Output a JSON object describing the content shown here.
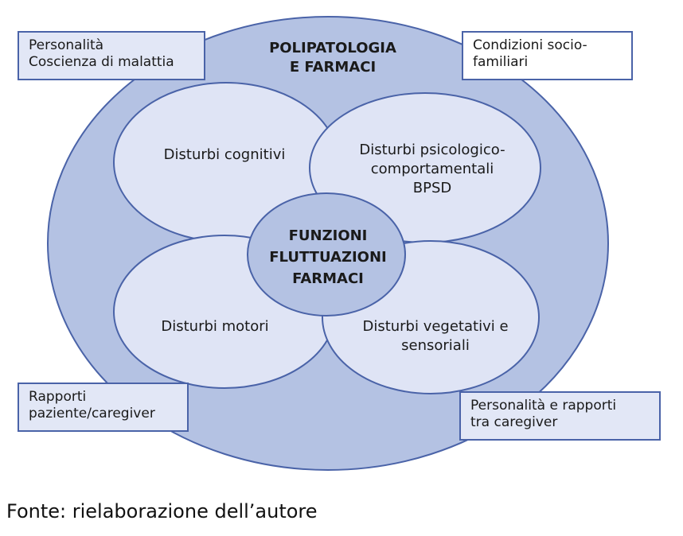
{
  "diagram": {
    "outer_title": [
      "POLIPATOLOGIA",
      "E FARMACI"
    ],
    "center_title": [
      "FUNZIONI",
      "FLUTTUAZIONI",
      "FARMACI"
    ],
    "petals": {
      "top_left": [
        "Disturbi cognitivi"
      ],
      "top_right": [
        "Disturbi psicologico-",
        "comportamentali",
        "BPSD"
      ],
      "bottom_left": [
        "Disturbi motori"
      ],
      "bottom_right": [
        "Disturbi vegetativi e",
        "sensoriali"
      ]
    },
    "corner_boxes": {
      "top_left": [
        "Personalità",
        "Coscienza di malattia"
      ],
      "top_right": [
        "Condizioni socio-",
        "familiari"
      ],
      "bottom_left": [
        "Rapporti",
        "paziente/caregiver"
      ],
      "bottom_right": [
        "Personalità e rapporti",
        "tra caregiver"
      ]
    },
    "colors": {
      "outer_fill": "#b4c2e3",
      "petal_fill": "#dfe4f5",
      "center_fill": "#b4c2e3",
      "stroke": "#4a63a8",
      "text": "#1a1a1a"
    }
  },
  "footer": "Fonte: rielaborazione dell’autore"
}
